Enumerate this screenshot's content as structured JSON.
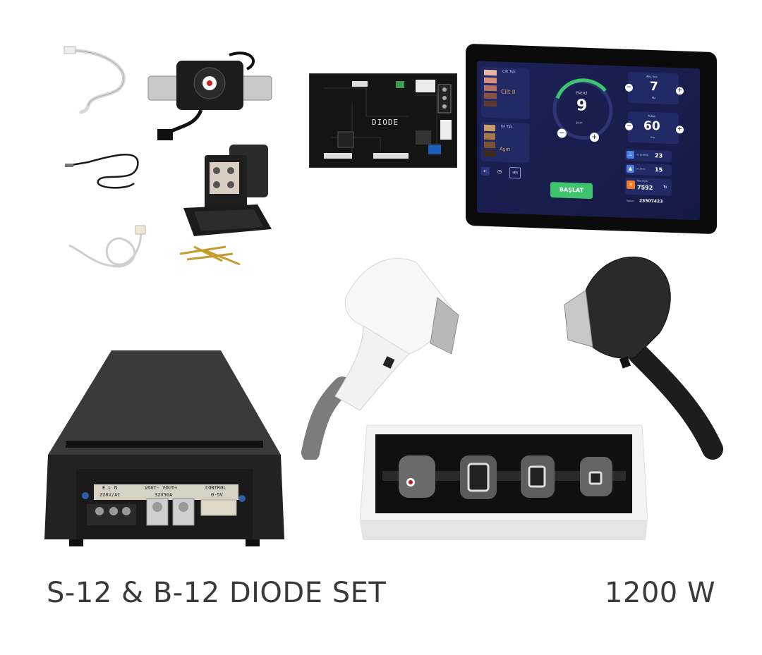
{
  "product": {
    "title": "S-12 & B-12 DIODE SET",
    "power": "1200 W"
  },
  "pcb": {
    "label": "DIODE"
  },
  "psu": {
    "col1_top": "E  L  N",
    "col1_bottom": "220V/AC",
    "col2_top": "VOUT-  VOUT+",
    "col2_bottom": "32V50A",
    "col3_top": "CONTROL",
    "col3_bottom": "0-5V"
  },
  "screen": {
    "skin_type_label": "Cilt Tipi",
    "skin_type_value": "Cilt II",
    "hair_type_label": "Kıl Tipi",
    "hair_type_value": "Aşırı",
    "energy_label": "ENERJİ",
    "energy_value": "9",
    "energy_unit": "J/cm",
    "frequency_label": "Atış hızı",
    "frequency_value": "7",
    "frequency_unit": "Hz",
    "pulse_label": "Pulse",
    "pulse_value": "60",
    "pulse_unit": "ms",
    "water_temp_label": "Su sıcaklığı",
    "water_temp_value": "23",
    "water_level_label": "Su seviy",
    "water_level_value": "15",
    "shot_count_label": "Atış Sayısı",
    "shot_count_value": "7592",
    "total_label": "Toplam",
    "total_value": "23507423",
    "service_label": "SER",
    "start_button": "BAŞLAT"
  },
  "colors": {
    "screen_accent": "#3ec46d",
    "screen_bg": "#1a1f4a",
    "text": "#3a3a3a"
  }
}
